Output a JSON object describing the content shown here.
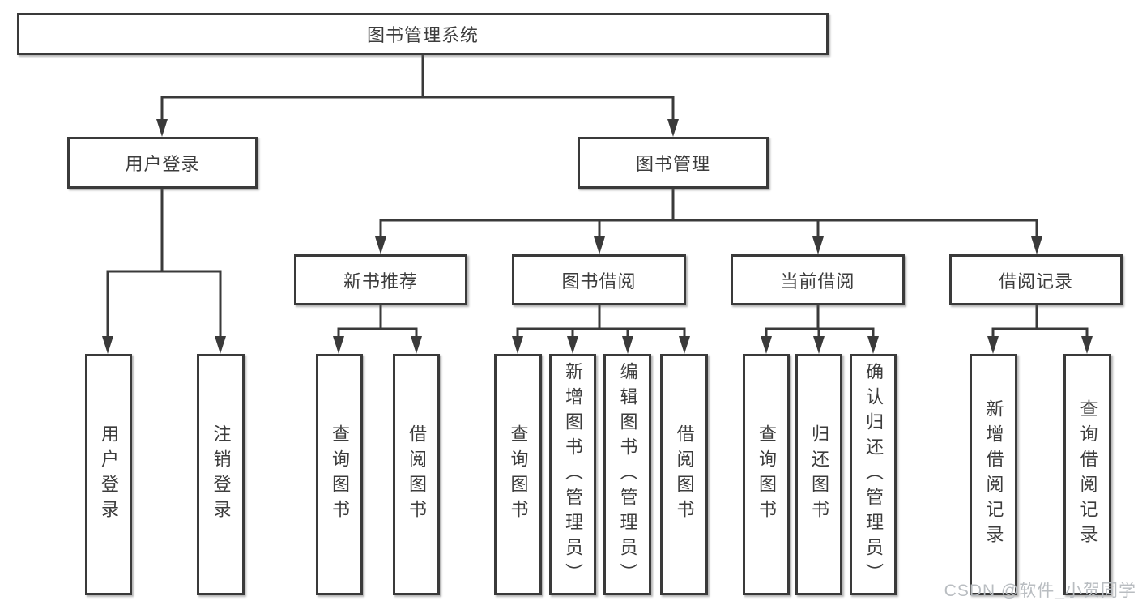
{
  "diagram": {
    "root": {
      "label": "图书管理系统"
    },
    "level2": {
      "user_login": {
        "label": "用户登录"
      },
      "book_management": {
        "label": "图书管理"
      }
    },
    "level3": {
      "new_book_recommend": {
        "label": "新书推荐"
      },
      "book_borrowing": {
        "label": "图书借阅"
      },
      "current_borrowing": {
        "label": "当前借阅"
      },
      "borrowing_records": {
        "label": "借阅记录"
      }
    },
    "leaves": {
      "user_login_leaf": "用户登录",
      "logout": "注销登录",
      "query_books_a": "查询图书",
      "borrow_books_a": "借阅图书",
      "query_books_b": "查询图书",
      "add_books_admin": "新增图书（管理员）",
      "edit_books_admin": "编辑图书（管理员）",
      "borrow_books_b": "借阅图书",
      "query_books_c": "查询图书",
      "return_books": "归还图书",
      "confirm_return_admin": "确认归还（管理员）",
      "add_borrow_record": "新增借阅记录",
      "query_borrow_record": "查询借阅记录"
    },
    "hierarchy": {
      "图书管理系统": {
        "用户登录": [
          "用户登录",
          "注销登录"
        ],
        "图书管理": {
          "新书推荐": [
            "查询图书",
            "借阅图书"
          ],
          "图书借阅": [
            "查询图书",
            "新增图书（管理员）",
            "编辑图书（管理员）",
            "借阅图书"
          ],
          "当前借阅": [
            "查询图书",
            "归还图书",
            "确认归还（管理员）"
          ],
          "借阅记录": [
            "新增借阅记录",
            "查询借阅记录"
          ]
        }
      }
    },
    "colors": {
      "line": "#3a3a3a",
      "box_border": "#3a3a3a",
      "text": "#3c3c3c",
      "background": "#ffffff",
      "watermark": "#b9bdc1"
    }
  },
  "watermark": {
    "text": "CSDN @软件_小贺同学"
  }
}
